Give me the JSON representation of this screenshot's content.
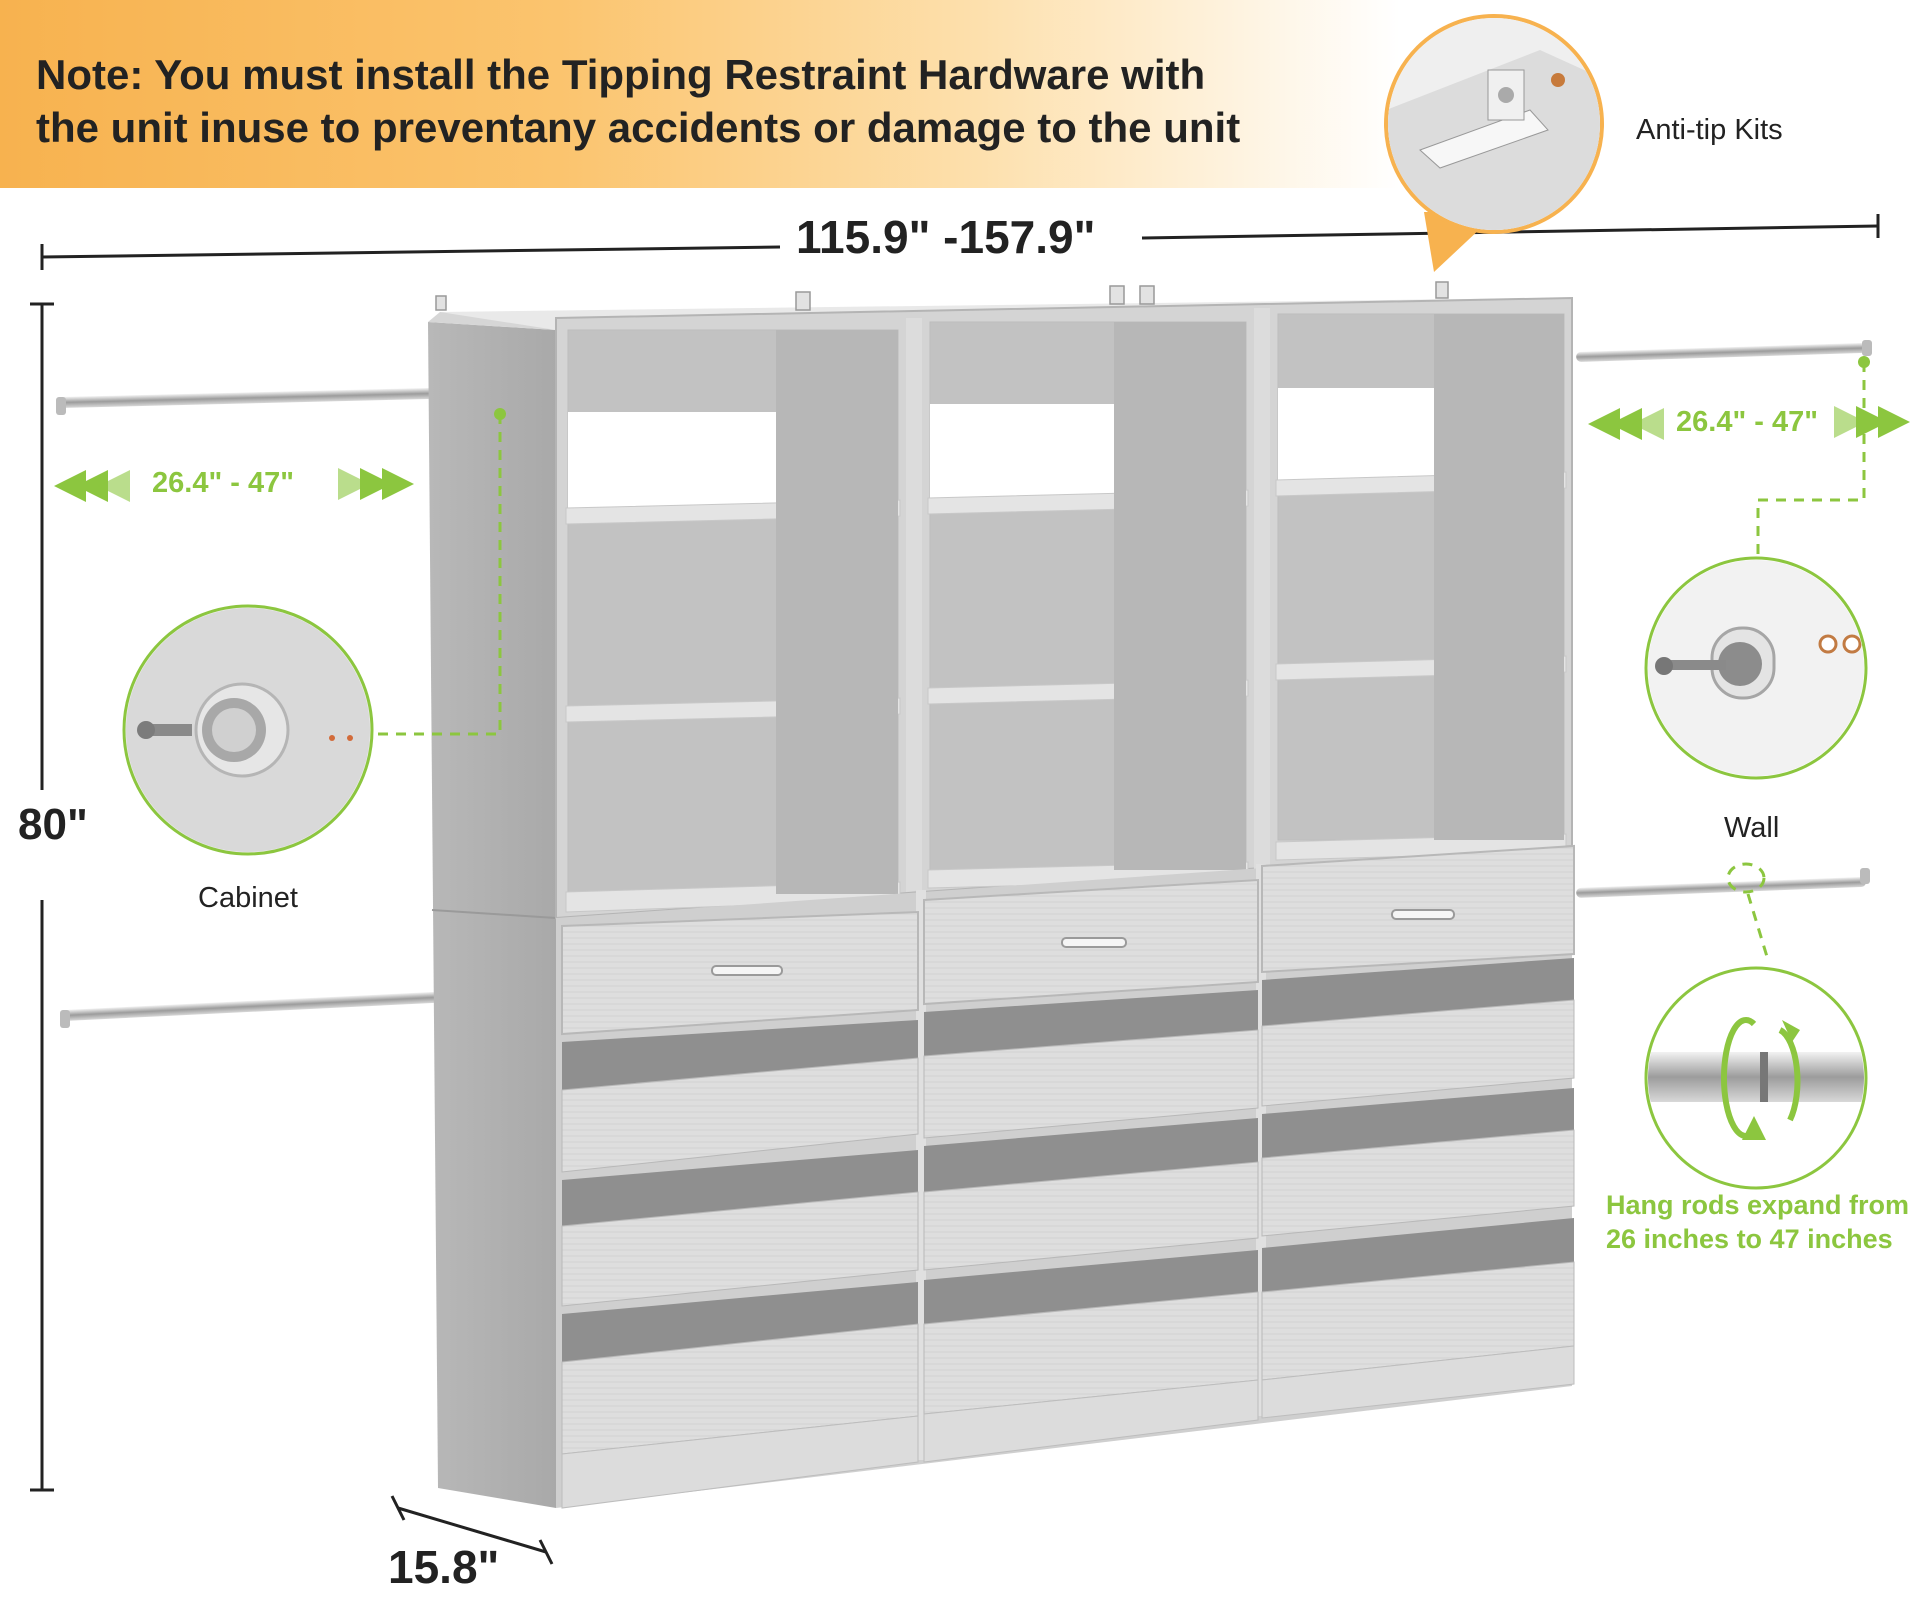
{
  "note": {
    "line1": "Note: You must install the Tipping Restraint Hardware with",
    "line2": "the unit inuse to preventany accidents or damage to the unit"
  },
  "dimensions": {
    "width": "115.9\" -157.9\"",
    "height": "80\"",
    "depth": "15.8\""
  },
  "rod_ranges": {
    "left": "26.4\" - 47\"",
    "right": "26.4\" - 47\""
  },
  "callouts": {
    "anti_tip": "Anti-tip Kits",
    "cabinet": "Cabinet",
    "wall": "Wall",
    "caption_line1": "Hang rods expand from",
    "caption_line2": "26 inches to 47 inches"
  },
  "colors": {
    "accent_green": "#8cc63f",
    "banner_orange": "#f7b24f",
    "cabinet_gray": "#c9c9c9"
  }
}
